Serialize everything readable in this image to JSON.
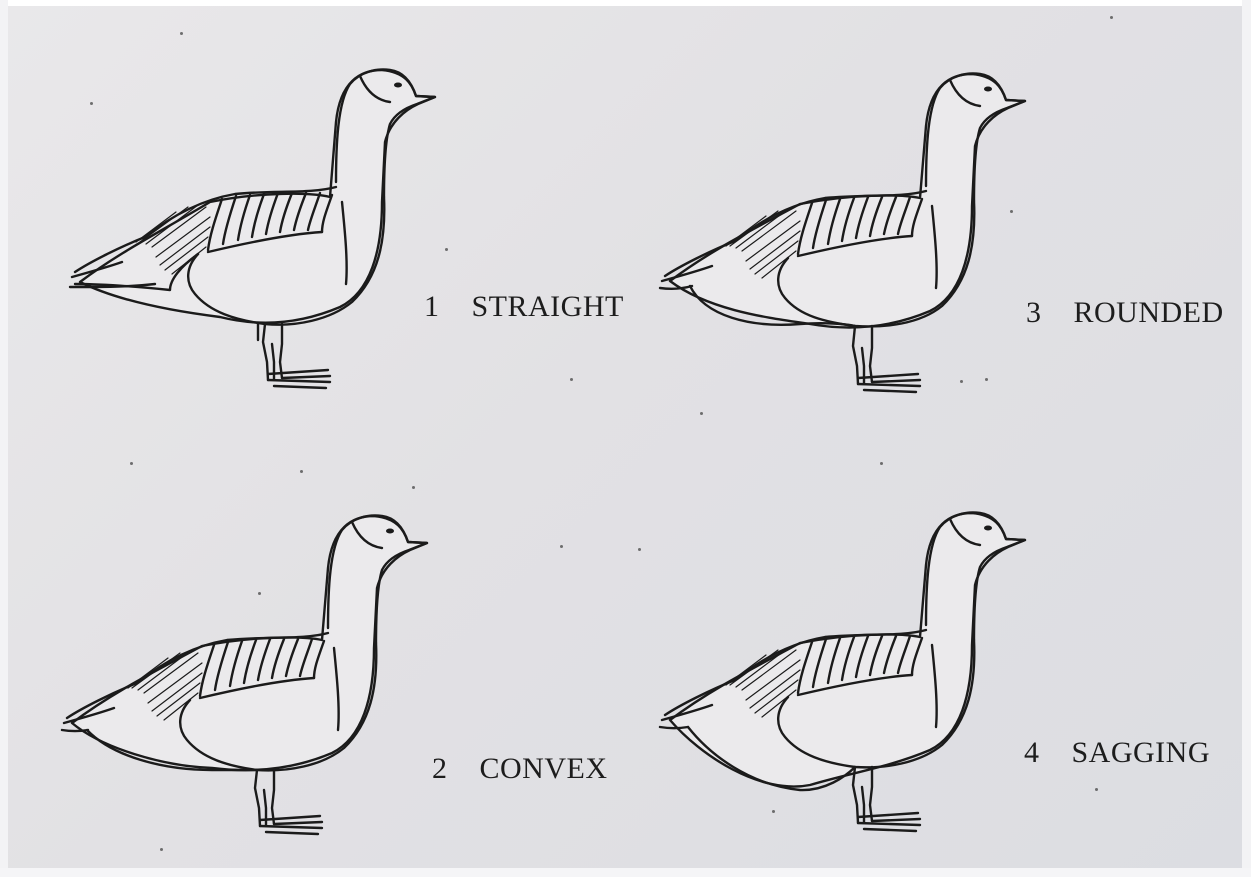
{
  "figures": [
    {
      "number": "1",
      "caption": "STRAIGHT"
    },
    {
      "number": "3",
      "caption": "ROUNDED"
    },
    {
      "number": "2",
      "caption": "CONVEX"
    },
    {
      "number": "4",
      "caption": "SAGGING"
    }
  ]
}
